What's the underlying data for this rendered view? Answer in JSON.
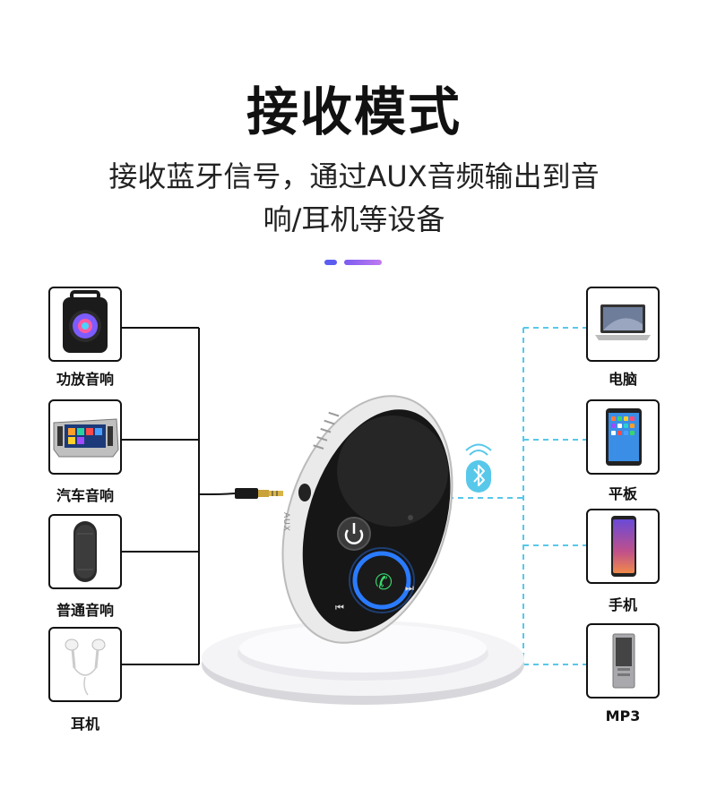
{
  "header": {
    "title": "接收模式",
    "subtitle_line1": "接收蓝牙信号，通过AUX音频输出到音",
    "subtitle_line2": "响/耳机等设备"
  },
  "left_devices": [
    {
      "label": "功放音响",
      "icon": "speaker-icon"
    },
    {
      "label": "汽车音响",
      "icon": "car-stereo-icon"
    },
    {
      "label": "普通音响",
      "icon": "cylinder-speaker-icon"
    },
    {
      "label": "耳机",
      "icon": "earphones-icon"
    }
  ],
  "right_devices": [
    {
      "label": "电脑",
      "icon": "laptop-icon"
    },
    {
      "label": "平板",
      "icon": "tablet-icon"
    },
    {
      "label": "手机",
      "icon": "phone-icon"
    },
    {
      "label": "MP3",
      "icon": "mp3-player-icon"
    }
  ],
  "device": {
    "port_label": "AUX"
  },
  "colors": {
    "wire_left": "#111111",
    "wire_right": "#58c8ea",
    "accent_blue": "#2a7bff",
    "accent_green": "#3ad66a"
  }
}
